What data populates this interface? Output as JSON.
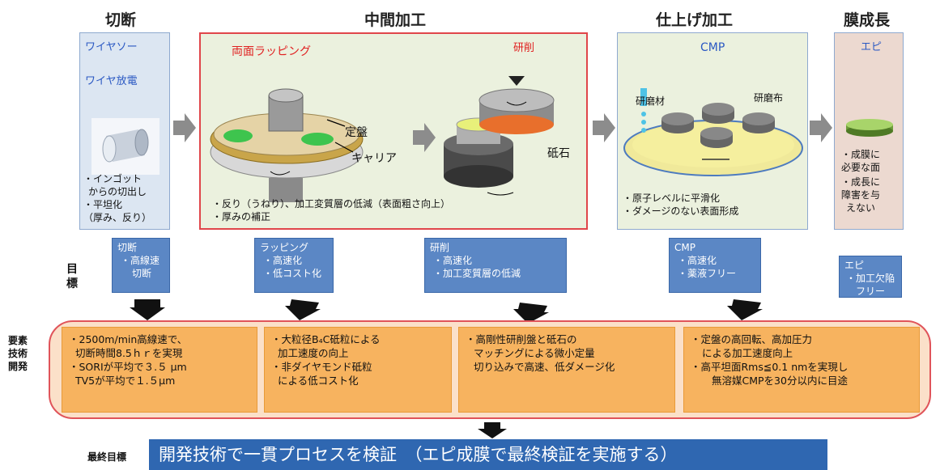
{
  "stages": {
    "cutting": "切断",
    "intermediate": "中間加工",
    "finishing": "仕上げ加工",
    "growth": "膜成長"
  },
  "cutting_panel": {
    "line1": "ワイヤソー",
    "line2": "ワイヤ放電",
    "desc1": "・インゴット",
    "desc2": "からの切出し",
    "desc3": "・平坦化",
    "desc4": "（厚み、反り）"
  },
  "intermediate_panel": {
    "lapping": "両面ラッピング",
    "grinding": "研削",
    "label_plate": "定盤",
    "label_carrier": "キャリア",
    "label_stone": "砥石",
    "bullet1": "・反り（うねり）、加工変質層の低減（表面粗さ向上）",
    "bullet2": "・厚みの補正"
  },
  "finishing_panel": {
    "cmp": "CMP",
    "label_slurry": "研磨材",
    "label_pad": "研磨布",
    "bullet1": "・原子レベルに平滑化",
    "bullet2": "・ダメージのない表面形成"
  },
  "growth_panel": {
    "epi": "エピ",
    "d1": "・成膜に",
    "d2": "必要な面",
    "d3": "・成長に",
    "d4": "障害を与",
    "d5": "えない"
  },
  "goal_label": {
    "c1": "目",
    "c2": "標"
  },
  "goals": [
    {
      "l1": "切断",
      "l2": "・高線速",
      "l3": "切断"
    },
    {
      "l1": "ラッピング",
      "l2": "・高速化",
      "l3": "・低コスト化"
    },
    {
      "l1": "研削",
      "l2": "・高速化",
      "l3": "・加工変質層の低減"
    },
    {
      "l1": "CMP",
      "l2": "・高速化",
      "l3": "・薬液フリー"
    },
    {
      "l1": "エピ",
      "l2": "・加工欠陥",
      "l3": "フリー"
    }
  ],
  "tech_label": {
    "l1": "要素",
    "l2": "技術",
    "l3": "開発"
  },
  "tech": [
    {
      "l1": "・2500m/min高線速で、",
      "l2": "切断時間8.5ｈｒを実現",
      "l3": "・SORIが平均で３.５ μm",
      "l4": "TV5が平均で１.５μm"
    },
    {
      "l1": "・大粒径B₄C砥粒による",
      "l2": "加工速度の向上",
      "l3": "・非ダイヤモンド砥粒",
      "l4": "による低コスト化"
    },
    {
      "l1": "・高剛性研削盤と砥石の",
      "l2": "マッチングによる微小定量",
      "l3": "切り込みで高速、低ダメージ化",
      "l4": ""
    },
    {
      "l1": "・定盤の高回転、高加圧力",
      "l2": "による加工速度向上",
      "l3": "・高平坦面Rms≦0.1 nmを実現し",
      "l4": "無溶媒CMPを30分以内に目途"
    }
  ],
  "final": {
    "label": "最終目標",
    "text": "開発技術で一貫プロセスを検証　（エピ成膜で最終検証を実施する）"
  }
}
